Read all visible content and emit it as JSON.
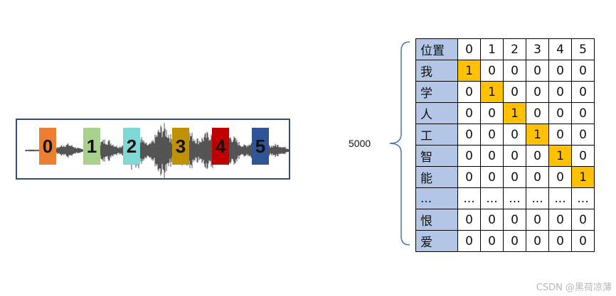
{
  "waveform": {
    "segments": [
      {
        "label": "0",
        "color": "#ed7d31"
      },
      {
        "label": "1",
        "color": "#a9d18e"
      },
      {
        "label": "2",
        "color": "#7fd8d6"
      },
      {
        "label": "3",
        "color": "#bf9000"
      },
      {
        "label": "4",
        "color": "#c00000"
      },
      {
        "label": "5",
        "color": "#2f5597"
      }
    ]
  },
  "vocab_size_label": "5000",
  "table": {
    "corner_label": "位置",
    "columns": [
      "0",
      "1",
      "2",
      "3",
      "4",
      "5"
    ],
    "rows": [
      {
        "label": "我",
        "values": [
          "1",
          "0",
          "0",
          "0",
          "0",
          "0"
        ]
      },
      {
        "label": "学",
        "values": [
          "0",
          "1",
          "0",
          "0",
          "0",
          "0"
        ]
      },
      {
        "label": "人",
        "values": [
          "0",
          "0",
          "1",
          "0",
          "0",
          "0"
        ]
      },
      {
        "label": "工",
        "values": [
          "0",
          "0",
          "0",
          "1",
          "0",
          "0"
        ]
      },
      {
        "label": "智",
        "values": [
          "0",
          "0",
          "0",
          "0",
          "1",
          "0"
        ]
      },
      {
        "label": "能",
        "values": [
          "0",
          "0",
          "0",
          "0",
          "0",
          "1"
        ]
      },
      {
        "label": "...",
        "values": [
          "...",
          "...",
          "...",
          "...",
          "...",
          "..."
        ]
      },
      {
        "label": "恨",
        "values": [
          "0",
          "0",
          "0",
          "0",
          "0",
          "0"
        ]
      },
      {
        "label": "爱",
        "values": [
          "0",
          "0",
          "0",
          "0",
          "0",
          "0"
        ]
      }
    ],
    "hot_color": "#ffc000",
    "header_color": "#b4c6e7"
  },
  "watermark": "CSDN @黑荷凉薄"
}
